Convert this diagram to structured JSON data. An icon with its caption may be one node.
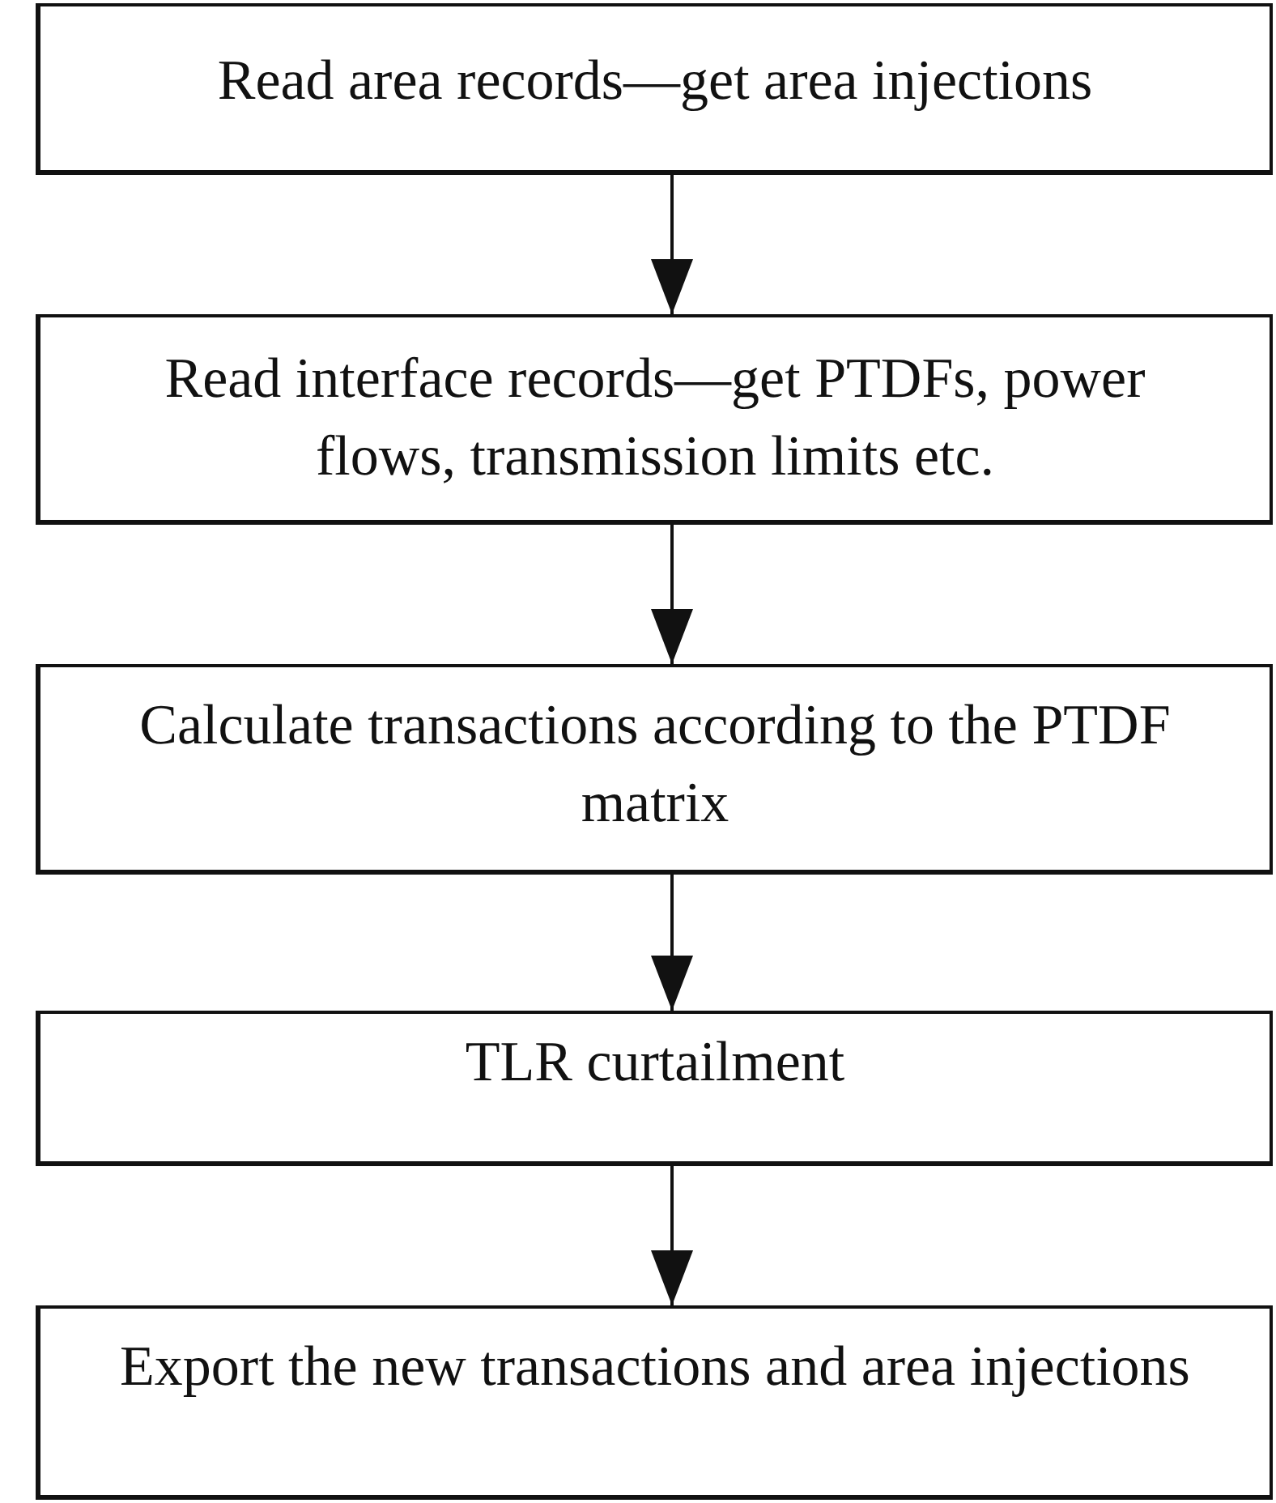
{
  "diagram": {
    "nodes": [
      {
        "text": [
          "Read area records—get area injections"
        ]
      },
      {
        "text": [
          "Read interface records—get PTDFs, power flows, transmission limits etc."
        ]
      },
      {
        "text": [
          "Calculate transactions according to the PTDF matrix"
        ]
      },
      {
        "text": [
          "TLR curtailment"
        ]
      },
      {
        "text": [
          "Export the new transactions and area injections"
        ]
      }
    ],
    "edges": [
      {
        "from": 0,
        "to": 1,
        "arrow": "to"
      },
      {
        "from": 1,
        "to": 2,
        "arrow": "to"
      },
      {
        "from": 2,
        "to": 3,
        "arrow": "to"
      },
      {
        "from": 3,
        "to": 4,
        "arrow": "to"
      }
    ]
  }
}
